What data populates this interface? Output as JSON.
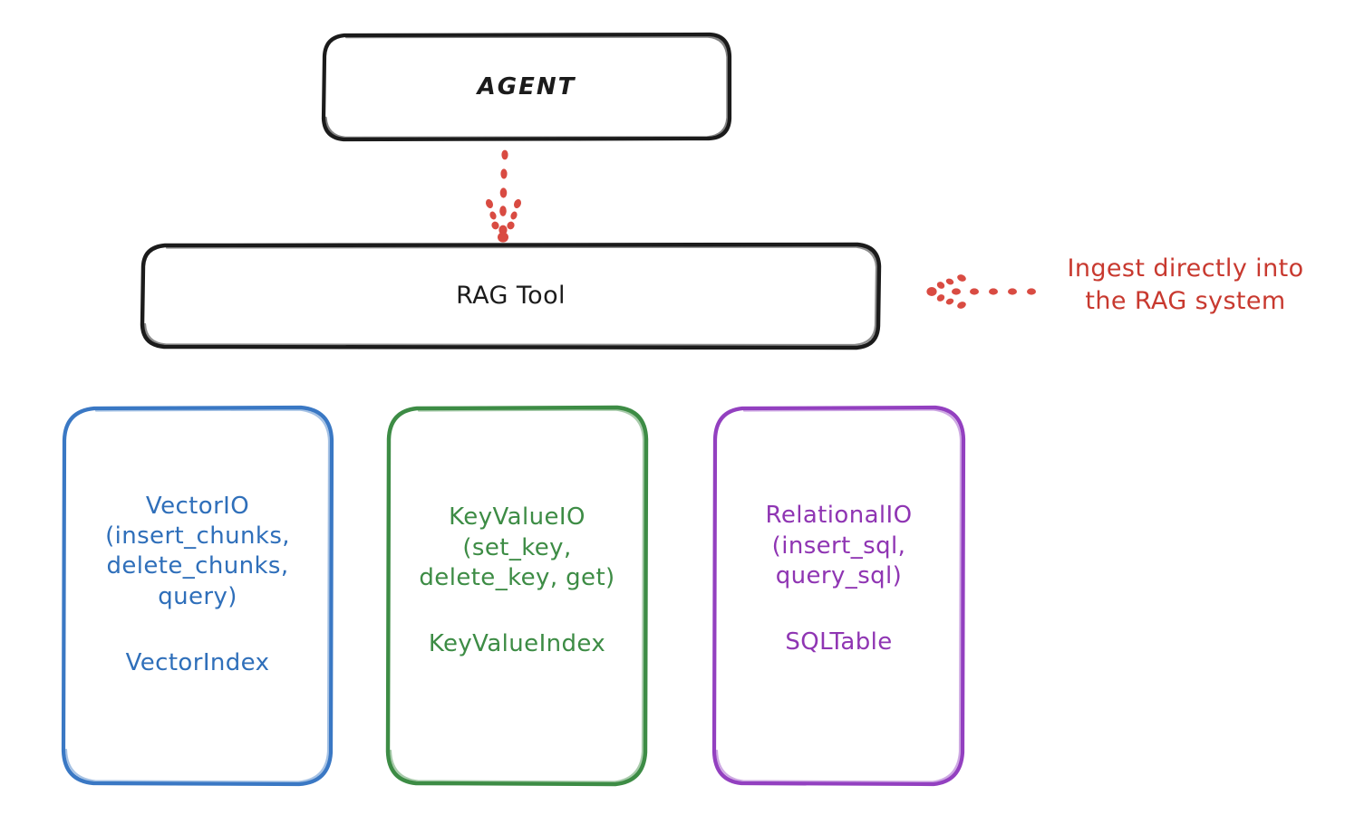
{
  "diagram": {
    "title_nodes": {
      "agent": {
        "label": "AGENT",
        "color": "#1b1b1b"
      },
      "rag_tool": {
        "label": "RAG Tool",
        "color": "#1b1b1b"
      }
    },
    "stores": [
      {
        "id": "vector",
        "api_label": "VectorIO\n(insert_chunks,\ndelete_chunks,\nquery)",
        "index_label": "VectorIndex",
        "color": "#2f6fba"
      },
      {
        "id": "keyvalue",
        "api_label": "KeyValueIO\n(set_key,\ndelete_key, get)",
        "index_label": "KeyValueIndex",
        "color": "#3d8c45"
      },
      {
        "id": "relational",
        "api_label": "RelationalIO\n(insert_sql,\nquery_sql)",
        "index_label": "SQLTable",
        "color": "#8f35b3"
      }
    ],
    "annotations": {
      "ingest": {
        "text": "Ingest directly into\nthe RAG system",
        "color": "#c8392f"
      }
    },
    "connectors": [
      {
        "id": "agent-to-rag",
        "from": "agent",
        "to": "rag_tool",
        "style": "dotted",
        "color": "#d94b42",
        "arrow": "down"
      },
      {
        "id": "ingest-to-rag",
        "from": "ingest-annotation",
        "to": "rag_tool",
        "style": "dotted",
        "color": "#d94b42",
        "arrow": "left"
      }
    ]
  }
}
